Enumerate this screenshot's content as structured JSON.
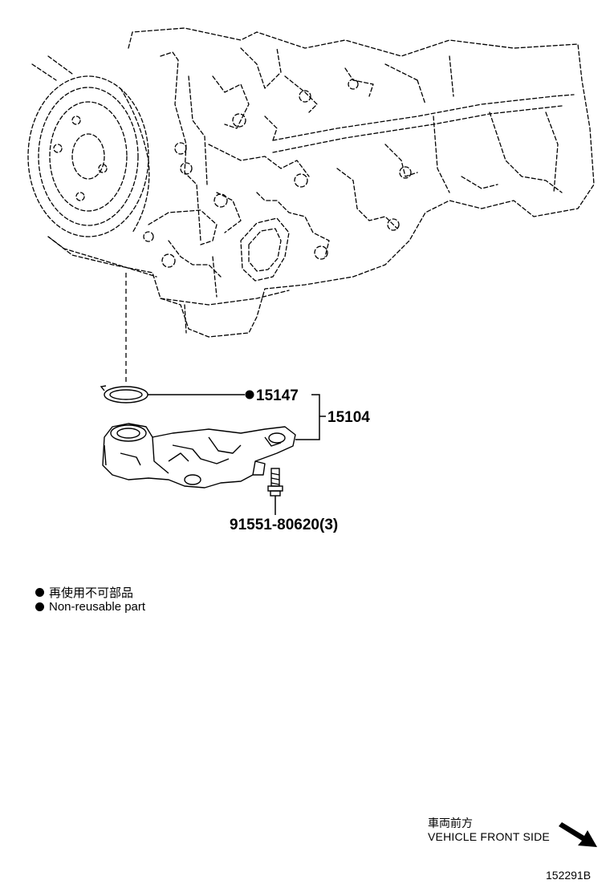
{
  "parts": {
    "gasket": {
      "number": "15147",
      "non_reusable": true
    },
    "assembly": {
      "number": "15104"
    },
    "bolt": {
      "number": "91551-80620",
      "qty_label": "(3)"
    }
  },
  "legend": {
    "jp": "再使用不可部品",
    "en": "Non-reusable part"
  },
  "orientation": {
    "jp": "車両前方",
    "en": "VEHICLE FRONT SIDE",
    "icon": "arrow-down-right-icon"
  },
  "reference_code": "152291B"
}
